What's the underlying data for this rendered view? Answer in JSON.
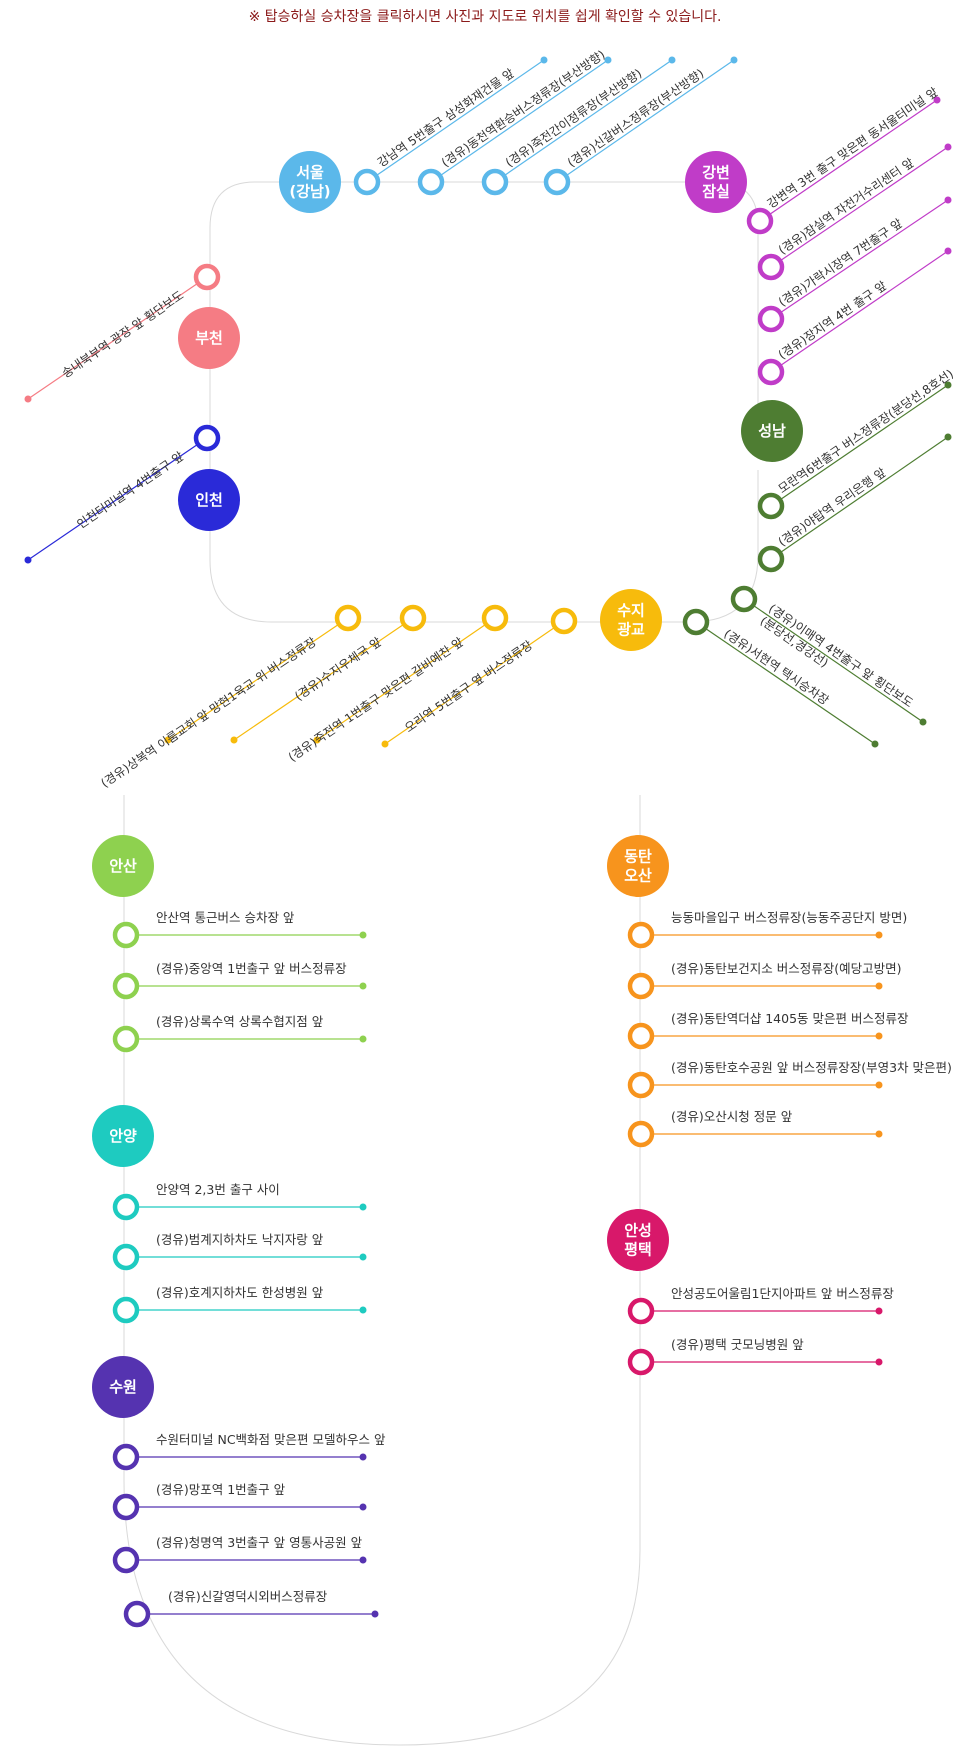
{
  "notice": "※ 탑승하실 승차장을 클릭하시면 사진과 지도로 위치를 쉽게 확인할 수 있습니다.",
  "colors": {
    "track": "#d9d9d9",
    "seoul": "#5bb8ea",
    "gangbyeon": "#c03cc8",
    "bucheon": "#f57c84",
    "incheon": "#2a2ad8",
    "seongnam": "#4e7d32",
    "suji": "#f7bb0c",
    "ansan": "#8ed14f",
    "anyang": "#1ecbc0",
    "suwon": "#5533b0",
    "dongtan": "#f7941d",
    "anseong": "#d8186a"
  },
  "hubs": {
    "seoul": "서울\n(강남)",
    "gangbyeon": "강변\n잠실",
    "bucheon": "부천",
    "incheon": "인천",
    "seongnam": "성남",
    "suji": "수지\n광교",
    "ansan": "안산",
    "anyang": "안양",
    "suwon": "수원",
    "dongtan": "동탄\n오산",
    "anseong": "안성\n평택"
  },
  "stops": {
    "seoul": [
      "강남역 5번출구 삼성화재건물 앞",
      "(경유)동천역환승버스정류장(부산방향)",
      "(경유)죽전간이정류장(부산방향)",
      "(경유)신갈버스정류장(부산방향)"
    ],
    "gangbyeon": [
      "강변역 3번 출구 맞은편 동서울터미널 앞",
      "(경유)잠실역 자전거수리센터 앞",
      "(경유)가락시장역 7번출구 앞",
      "(경유)장지역 4번 출구 앞"
    ],
    "bucheon": [
      "송내북부역 광장 앞 횡단보도"
    ],
    "incheon": [
      "인천터미널역 4번출구 앞"
    ],
    "seongnam": [
      "모란역6번출구 버스정류장(분당선,8호선)",
      "(경유)야탑역 우리은행 앞"
    ],
    "suji_left": [
      "(경유)상복역 이룸교회 앞 망현1육교 위 버스정류장",
      "(경유)수지우체국 앞",
      "(경유)죽전역 1번출구 맞은편 갈비예찬 앞",
      "오리역 5번출구 옆 버스정류장"
    ],
    "suji_right": [
      "(경유)이매역 4번출구 앞 횡단보도\n(분당선,경강선)",
      "(경유)서현역 택시승차장"
    ],
    "ansan": [
      "안산역 통근버스 승차장 앞",
      "(경유)중앙역 1번출구 앞 버스정류장",
      "(경유)상록수역 상록수협지점 앞"
    ],
    "anyang": [
      "안양역 2,3번 출구 사이",
      "(경유)범계지하차도 낙지자랑 앞",
      "(경유)호계지하차도 한성병원 앞"
    ],
    "suwon": [
      "수원터미널 NC백화점 맞은편 모델하우스 앞",
      "(경유)망포역 1번출구 앞",
      "(경유)청명역 3번출구 앞 영통사공원 앞",
      "(경유)신갈영덕시외버스정류장"
    ],
    "dongtan": [
      "능동마을입구 버스정류장(능동주공단지 방면)",
      "(경유)동탄보건지소 버스정류장(예당고방면)",
      "(경유)동탄역더샵 1405동 맞은편 버스정류장",
      "(경유)동탄호수공원 앞 버스정류장장(부영3차 맞은편)",
      "(경유)오산시청 정문 앞"
    ],
    "anseong": [
      "안성공도어울림1단지아파트 앞 버스정류장",
      "(경유)평택 굿모닝병원 앞"
    ]
  }
}
